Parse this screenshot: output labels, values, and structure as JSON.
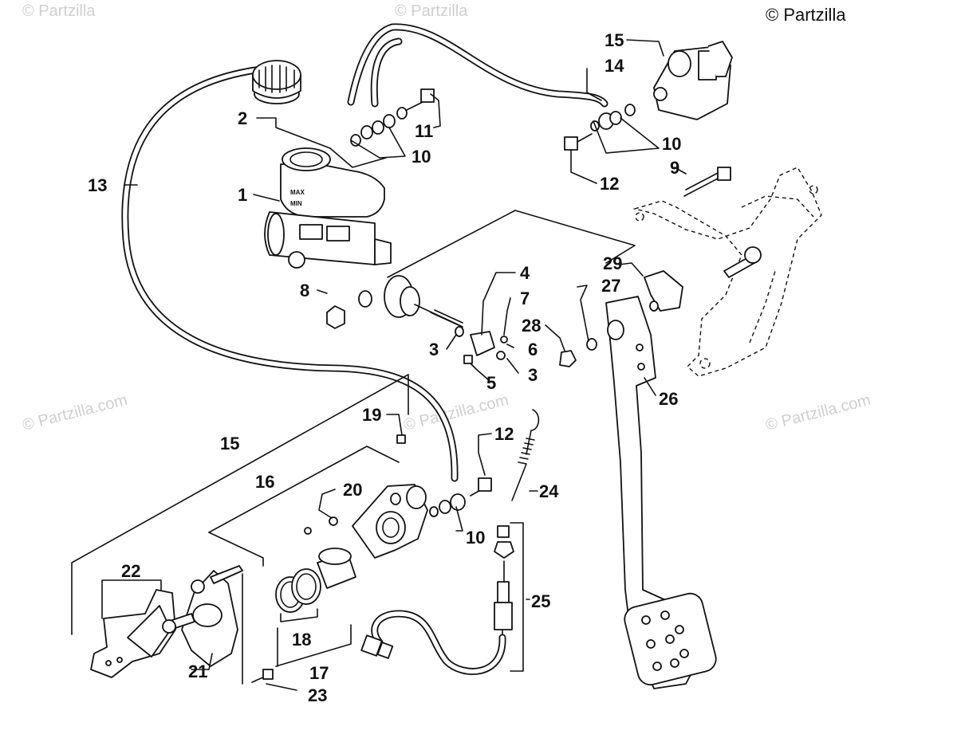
{
  "copyright": "© Partzilla",
  "watermark": "© Partzilla.com",
  "reservoir_marks": {
    "max": "MAX",
    "min": "MIN"
  },
  "callouts": [
    "15",
    "14",
    "2",
    "11",
    "10",
    "10",
    "13",
    "1",
    "12",
    "9",
    "4",
    "7",
    "29",
    "27",
    "8",
    "28",
    "3",
    "6",
    "3",
    "5",
    "26",
    "19",
    "12",
    "15",
    "16",
    "20",
    "24",
    "10",
    "22",
    "25",
    "18",
    "21",
    "17",
    "23"
  ]
}
